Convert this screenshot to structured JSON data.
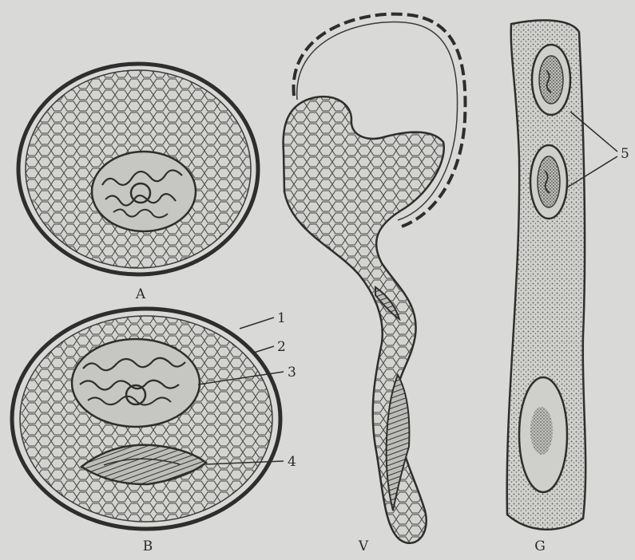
{
  "figure": {
    "panel_labels": {
      "a": "A",
      "b": "B",
      "v": "V",
      "g": "G"
    },
    "callouts": {
      "c1": "1",
      "c2": "2",
      "c3": "3",
      "c4": "4",
      "c5": "5"
    },
    "colors": {
      "paper": "#d9d9d7",
      "ink": "#2e2e2e",
      "cytoplasm": "#cfcfcc",
      "nucleus_fill": "#c6c6c2"
    }
  }
}
